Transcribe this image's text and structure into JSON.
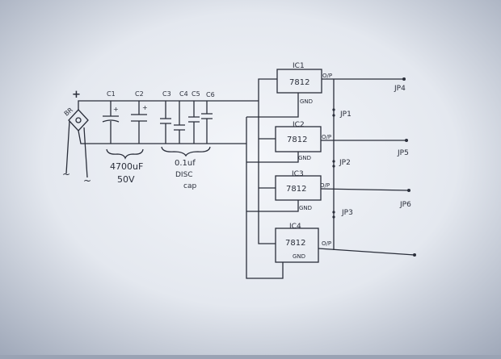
{
  "diagram": {
    "title": "4-channel 12V regulated power supply (hand-drawn)",
    "input": {
      "plus": "+",
      "bridge": "BR",
      "ac1": "~",
      "ac2": "~"
    },
    "capacitors": {
      "labels": [
        "C1",
        "C2",
        "C3",
        "C4",
        "C5",
        "C6"
      ],
      "electrolytic_value": "4700uF",
      "electrolytic_voltage": "50V",
      "disc_value": "0.1uf",
      "disc_type_line1": "DISC",
      "disc_type_line2": "cap"
    },
    "regulators": [
      {
        "name": "IC1",
        "part": "7812",
        "out": "O/P",
        "gnd": "GND"
      },
      {
        "name": "IC2",
        "part": "7812",
        "out": "O/P",
        "gnd": "GND"
      },
      {
        "name": "IC3",
        "part": "7812",
        "out": "O/P",
        "gnd": "GND"
      },
      {
        "name": "IC4",
        "part": "7812",
        "out": "O/P",
        "gnd": "GND"
      }
    ],
    "jumpers": [
      "JP1",
      "JP2",
      "JP3"
    ],
    "outputs": [
      "JP4",
      "JP5",
      "JP6"
    ]
  }
}
